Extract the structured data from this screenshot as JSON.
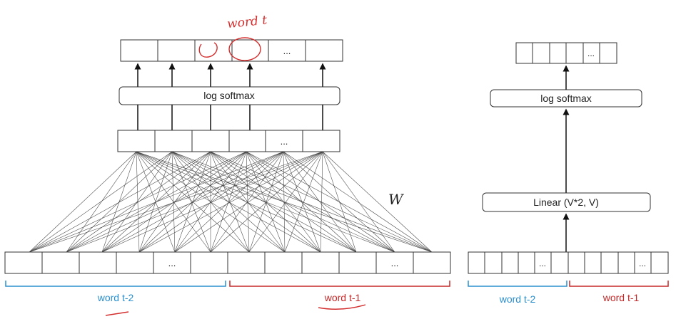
{
  "left_panel": {
    "output_dots": "...",
    "hidden_dots": "...",
    "softmax_label": "log softmax",
    "weight_label": "W",
    "input_dots_left": "...",
    "input_dots_right": "...",
    "brace_left_label": "word t-2",
    "brace_right_label": "word t-1",
    "annotation_word_t": "word t"
  },
  "right_panel": {
    "output_dots": "...",
    "softmax_label": "log softmax",
    "linear_label": "Linear (V*2, V)",
    "input_dots_left": "...",
    "input_dots_right": "...",
    "brace_left_label": "word t-2",
    "brace_right_label": "word t-1"
  },
  "colors": {
    "line": "#222222",
    "box_stroke": "#333333",
    "blue": "#2a8fce",
    "red": "#c62828",
    "ink_red": "#d32f2f"
  }
}
